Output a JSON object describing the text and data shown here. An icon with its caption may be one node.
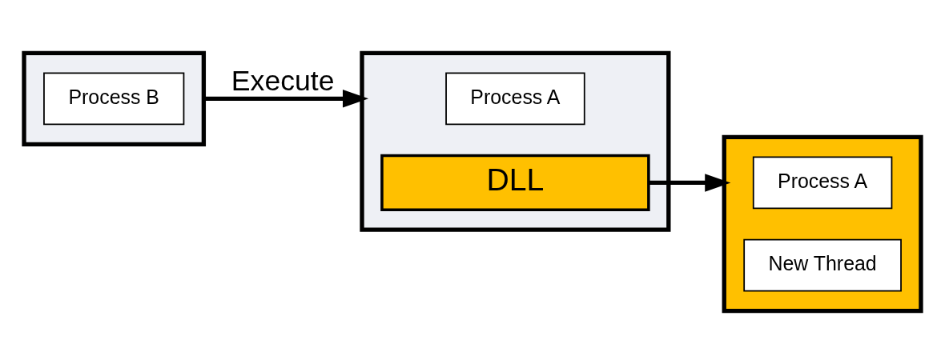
{
  "diagram": {
    "nodes": [
      {
        "text": [],
        "shape": "box"
      },
      {
        "text": [
          "Process B"
        ],
        "in": 0
      },
      {
        "text": [],
        "shape": "box"
      },
      {
        "text": [
          "Process A"
        ],
        "in": 2
      },
      {
        "text": [
          "DLL"
        ],
        "in": 2
      },
      {
        "text": [],
        "shape": "box"
      },
      {
        "text": [
          "Process A"
        ],
        "in": 5
      },
      {
        "text": [
          "New Thread"
        ],
        "in": 5
      }
    ],
    "edges": [
      {
        "from": 0,
        "to": 2,
        "arrow": "to",
        "label": "Execute"
      },
      {
        "from": 4,
        "to": 5,
        "arrow": "to"
      }
    ]
  }
}
